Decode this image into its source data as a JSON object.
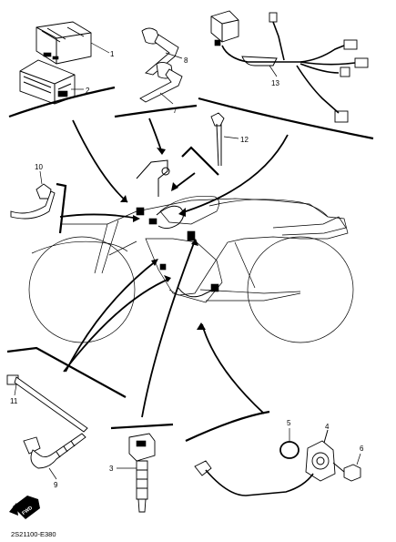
{
  "diagram": {
    "drawing_code": "2S21100-E380",
    "fwd_badge": "FWD",
    "callouts": [
      {
        "id": "c1",
        "label": "1",
        "part": "cdi-unit"
      },
      {
        "id": "c2",
        "label": "2",
        "part": "cdi-unit-cover"
      },
      {
        "id": "c3",
        "label": "3",
        "part": "ignition-coil"
      },
      {
        "id": "c4",
        "label": "4",
        "part": "neutral-switch"
      },
      {
        "id": "c5",
        "label": "5",
        "part": "o-ring"
      },
      {
        "id": "c6",
        "label": "6",
        "part": "bolt"
      },
      {
        "id": "c7",
        "label": "7",
        "part": "band"
      },
      {
        "id": "c8",
        "label": "8",
        "part": "band"
      },
      {
        "id": "c9",
        "label": "9",
        "part": "band"
      },
      {
        "id": "c10",
        "label": "10",
        "part": "clamp"
      },
      {
        "id": "c11",
        "label": "11",
        "part": "band"
      },
      {
        "id": "c12",
        "label": "12",
        "part": "band"
      },
      {
        "id": "c13",
        "label": "13",
        "part": "wire-harness"
      }
    ]
  }
}
